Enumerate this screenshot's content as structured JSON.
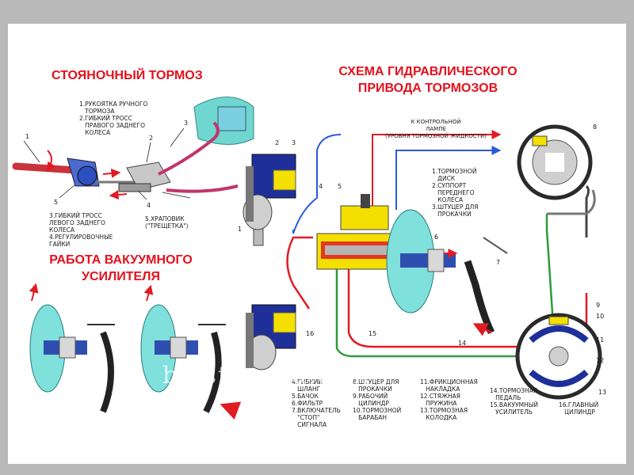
{
  "titles": {
    "parking": "СТОЯНОЧНЫЙ ТОРМОЗ",
    "vacuum_line1": "РАБОТА ВАКУУМНОГО",
    "vacuum_line2": "УСИЛИТЕЛЯ",
    "hydraulic_line1": "СХЕМА ГИДРАВЛИЧЕСКОГО",
    "hydraulic_line2": "ПРИВОДА ТОРМОЗОВ"
  },
  "parking_legend": {
    "item1": "1.РУКОЯТКА РУЧНОГО\n   ТОРМОЗА",
    "item2": "2.ГИБКИЙ ТРОСС\n   ПРАВОГО ЗАДНЕГО\n   КОЛЕСА",
    "item3": "3.ГИБКИЙ ТРОСС\nЛЕВОГО ЗАДНЕГО\nКОЛЕСА",
    "item4": "4.РЕГУЛИРОВОЧНЫЕ\nГАЙКИ",
    "item5": "5.ХРАПОВИК\n(\"ТРЕЩЕТКА\")"
  },
  "lamp_label": "К КОНТРОЛЬНОЙ\nЛАМПЕ\n(УРОВНЯ ТОРМОЗНОЙ ЖИДКОСТИ)",
  "disc_legend": "1.ТОРМОЗНОЙ\n   ДИСК\n2.СУППОРТ\n   ПЕРЕДНЕГО\n   КОЛЕСА\n3.ШТУЦЕР ДЛЯ\n   ПРОКАЧКИ",
  "bottom_legend": {
    "col1": "4.ГИБКИЙ\n   ШЛАНГ\n5.БАЧОК\n6.ФИЛЬТР\n7.ВКЛЮЧАТЕЛЬ\n   \"СТОП\"\n   СИГНАЛА",
    "col2": "8.ШТУЦЕР ДЛЯ\n   ПРОКАЧКИ\n9.РАБОЧИЙ\n   ЦИЛИНДР\n10.ТОРМОЗНОЙ\n   БАРАБАН",
    "col3": "11.ФРИКЦИОННАЯ\n   НАКЛАДКА\n12.СТЯЖНАЯ\n   ПРУЖИНА\n13.ТОРМОЗНАЯ\n   КОЛОДКА",
    "col4": "14.ТОРМОЗНАЯ\n   ПЕДАЛЬ\n15.ВАКУУМНЫЙ\n   УСИЛИТЕЛЬ",
    "col5": "\n\n16.ГЛАВНЫЙ\n   ЦИЛИНДР"
  },
  "callouts": {
    "p1": "1",
    "p2": "2",
    "p3": "3",
    "p4": "4",
    "p5": "5",
    "h1": "1",
    "h2": "2",
    "h3": "3",
    "h4": "4",
    "h5": "5",
    "h6": "6",
    "h7": "7",
    "h8": "8",
    "h9": "9",
    "h10": "10",
    "h11": "11",
    "h12": "12",
    "h13": "13",
    "h14": "14",
    "h15": "15",
    "h16": "16"
  },
  "watermark": "belsterol.d.d.l.l",
  "colors": {
    "title": "#e5101c",
    "line_red": "#e11b22",
    "line_blue": "#2a5ad8",
    "line_green": "#2f9a3b",
    "booster": "#7fe0dc",
    "cylinder": "#f3e000"
  }
}
